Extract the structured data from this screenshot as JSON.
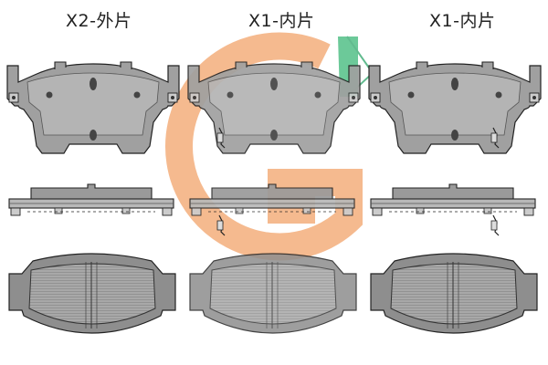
{
  "labels": {
    "col1": "X2-外片",
    "col2": "X1-内片",
    "col3": "X1-内片"
  },
  "colors": {
    "pad_fill": "#9a9a9a",
    "pad_dark": "#6e6e6e",
    "outline": "#222222",
    "logo_orange": "#f2a36a",
    "logo_green": "#3cb878"
  }
}
